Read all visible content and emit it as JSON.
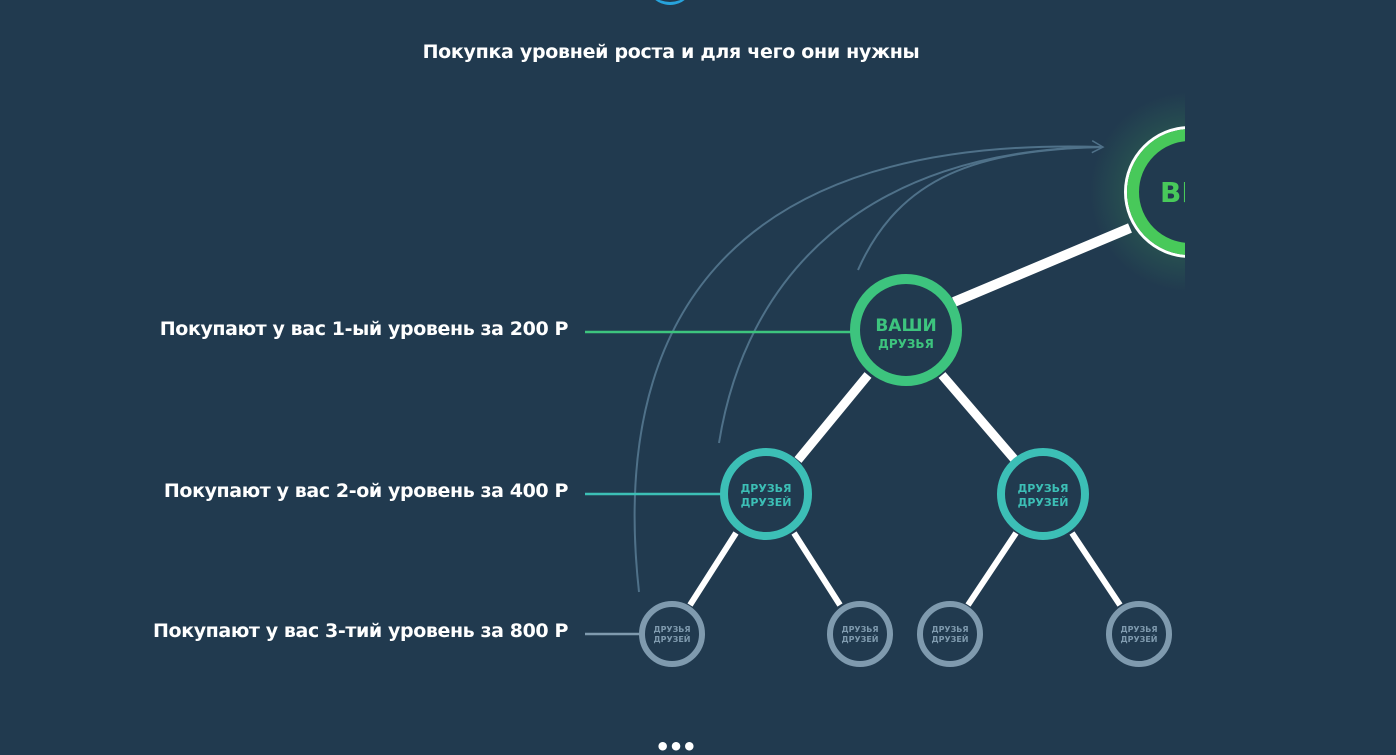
{
  "title": "Покупка уровней роста и для чего они нужны",
  "levels": [
    {
      "label": "Покупают у вас 1-ый уровень за 200 Р",
      "color": "#3dc47e"
    },
    {
      "label": "Покупают у вас 2-ой уровень за 400 Р",
      "color": "#3cbfb6"
    },
    {
      "label": "Покупают у вас 3-тий уровень за 800 Р",
      "color": "#7f9aae"
    }
  ],
  "nodes": {
    "you": {
      "label": "ВЫ",
      "color": "#48c95a"
    },
    "friends": {
      "line1": "ВАШИ",
      "line2": "ДРУЗЬЯ",
      "color": "#3dc47e"
    },
    "friends_of_friends": {
      "line1": "ДРУЗЬЯ",
      "line2": "ДРУЗЕЙ",
      "color": "#3cbfb6"
    },
    "level3": {
      "line1": "ДРУЗЬЯ",
      "line2": "ДРУЗЕЙ",
      "color": "#7f9aae"
    }
  },
  "colors": {
    "background": "#213a4f",
    "edge": "#ffffff",
    "arrow": "#4f7189"
  },
  "more_indicator": "•••"
}
